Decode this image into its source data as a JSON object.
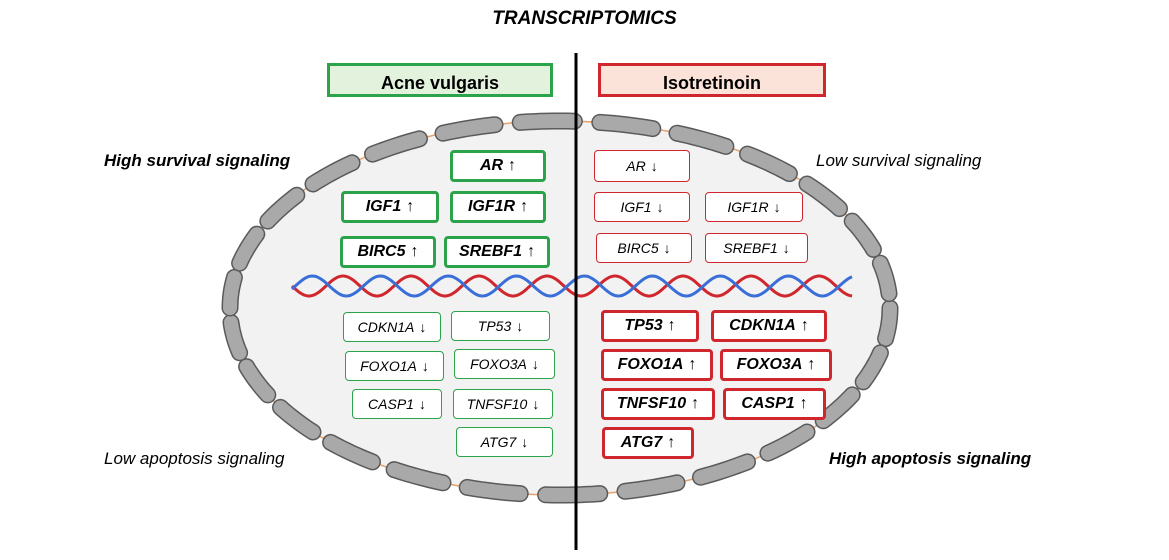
{
  "title": "TRANSCRIPTOMICS",
  "headers": {
    "left": "Acne vulgaris",
    "right": "Isotretinoin"
  },
  "labels": {
    "left_top": "High survival signaling",
    "right_top": "Low survival signaling",
    "left_bottom": "Low apoptosis signaling",
    "right_bottom": "High apoptosis signaling"
  },
  "arrows": {
    "up": "↑",
    "down": "↓"
  },
  "genes": {
    "acne_survival": [
      "AR",
      "IGF1",
      "IGF1R",
      "BIRC5",
      "SREBF1"
    ],
    "acne_apoptosis": [
      "CDKN1A",
      "TP53",
      "FOXO1A",
      "FOXO3A",
      "CASP1",
      "TNFSF10",
      "ATG7"
    ],
    "iso_survival": [
      "AR",
      "IGF1",
      "IGF1R",
      "BIRC5",
      "SREBF1"
    ],
    "iso_apoptosis": [
      "TP53",
      "CDKN1A",
      "FOXO1A",
      "FOXO3A",
      "TNFSF10",
      "CASP1",
      "ATG7"
    ]
  },
  "colors": {
    "acne": "#2ca24a",
    "iso": "#d0262d",
    "membrane": "#a9a9a9",
    "cell_fill": "#f2f2f2",
    "dna_red": "#d0262d",
    "dna_blue": "#3a6fd8"
  }
}
